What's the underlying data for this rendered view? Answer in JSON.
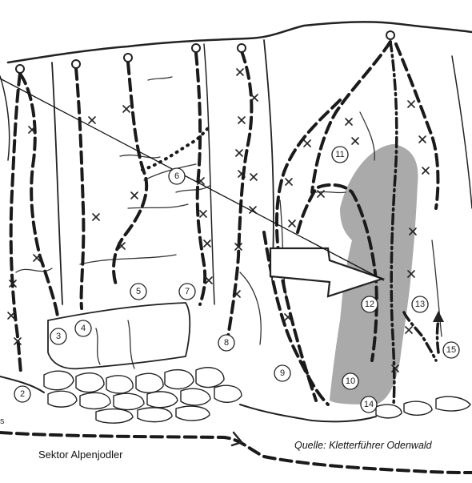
{
  "sector_label": "Sektor Alpenjodler",
  "source_label": "Quelle: Kletterführer Odenwald",
  "edge_text": "s",
  "route_numbers": [
    "2",
    "3",
    "4",
    "5",
    "6",
    "7",
    "8",
    "9",
    "10",
    "11",
    "12",
    "13",
    "14",
    "15"
  ],
  "colors": {
    "shaded_area": "#9b9b9b",
    "ink": "#222222",
    "background": "#ffffff"
  }
}
